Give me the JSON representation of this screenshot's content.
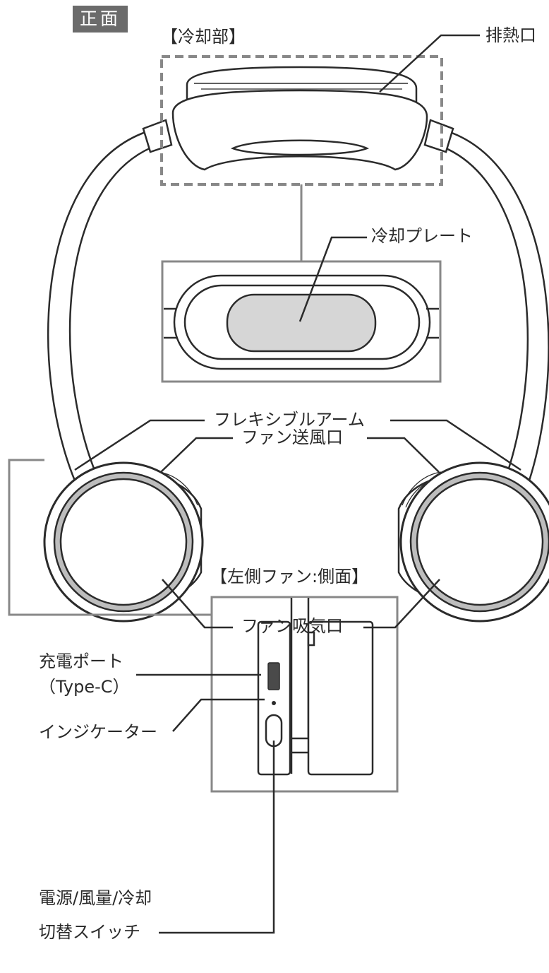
{
  "view_badge": "正面",
  "labels": {
    "cooling_section": "【冷却部】",
    "exhaust_vent": "排熱口",
    "cooling_plate": "冷却プレート",
    "flexible_arm": "フレキシブルアーム",
    "fan_outlet": "ファン送風口",
    "fan_intake": "ファン吸気口",
    "left_fan_side": "【左側ファン:側面】",
    "charge_port_line1": "充電ポート",
    "charge_port_line2": "（Type-C）",
    "indicator": "インジケーター",
    "switch_line1": "電源/風量/冷却",
    "switch_line2": "切替スイッチ"
  },
  "colors": {
    "line": "#2b2b2b",
    "frame": "#888888",
    "plate_fill": "#d6d6d6",
    "ring": "#bdbdbd",
    "badge_bg": "#6b6b6b",
    "port_fill": "#4a4a4a"
  }
}
